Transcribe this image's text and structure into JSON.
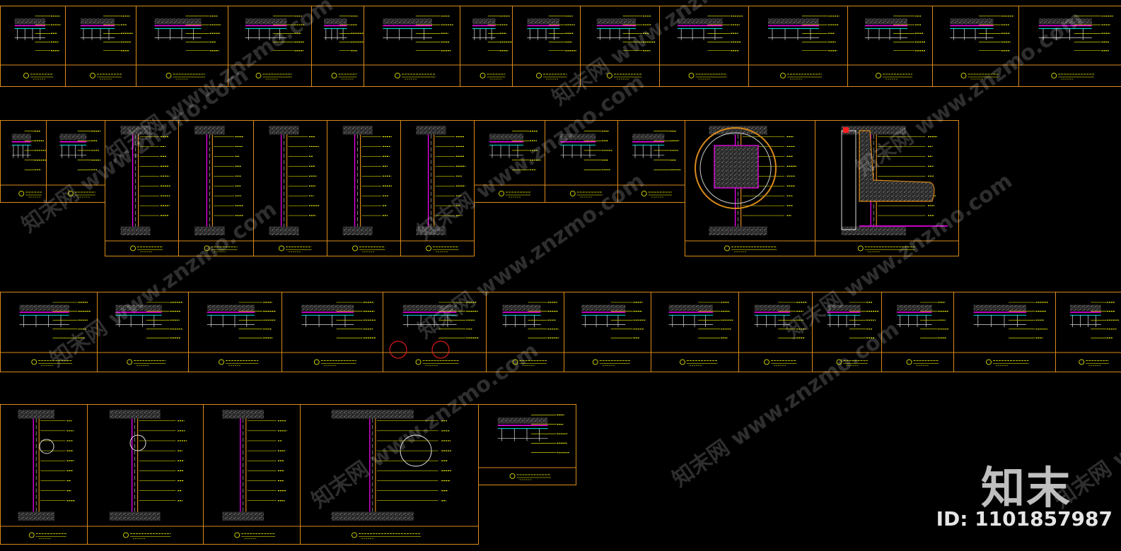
{
  "watermark": {
    "text": "知末网 www.znzmo.com",
    "logo": "知末",
    "id_label": "ID: 1101857987"
  },
  "colors": {
    "background": "#000000",
    "frame": "#d98a1a",
    "annotation": "#ffff00",
    "magenta": "#ff00ff",
    "cyan": "#00e5e5",
    "concrete": "#8a8a8a",
    "red": "#ff2020"
  }
}
